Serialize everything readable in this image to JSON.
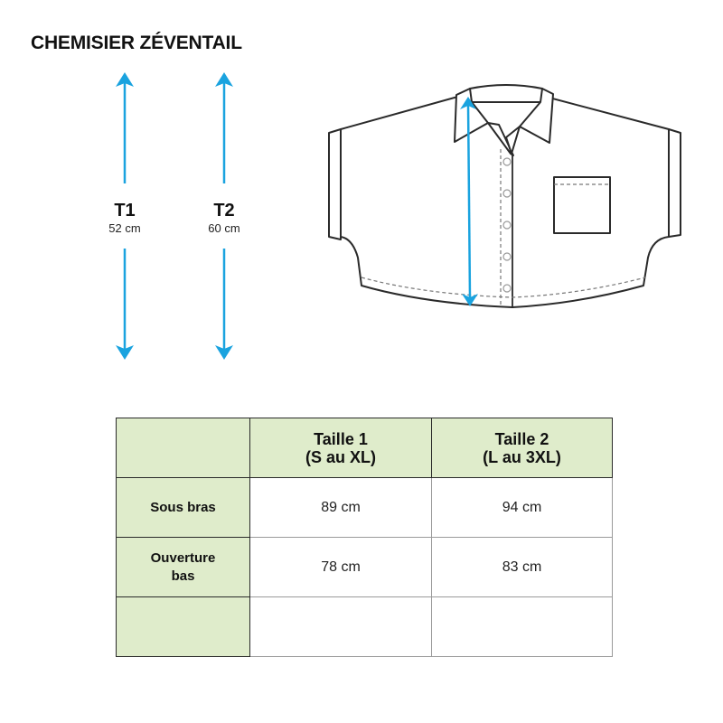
{
  "title": "CHEMISIER ZÉVENTAIL",
  "colors": {
    "accent_arrow": "#1aa3df",
    "header_fill": "#dfeccb",
    "outline": "#2a2a2a",
    "grid_line": "#9a9a9a"
  },
  "measurements": [
    {
      "code": "T1",
      "value": "52 cm"
    },
    {
      "code": "T2",
      "value": "60 cm"
    }
  ],
  "illustration": {
    "subject": "shirt-flat-sketch",
    "icons": [
      "shirt-icon",
      "length-arrow-icon"
    ]
  },
  "table": {
    "columns": [
      {
        "line1": "",
        "line2": ""
      },
      {
        "line1": "Taille 1",
        "line2": "(S au XL)"
      },
      {
        "line1": "Taille 2",
        "line2": "(L au 3XL)"
      }
    ],
    "rows": [
      {
        "label1": "Sous bras",
        "label2": "",
        "t1": "89 cm",
        "t2": "94 cm"
      },
      {
        "label1": "Ouverture",
        "label2": "bas",
        "t1": "78 cm",
        "t2": "83 cm"
      },
      {
        "label1": "",
        "label2": "",
        "t1": "",
        "t2": ""
      }
    ]
  }
}
